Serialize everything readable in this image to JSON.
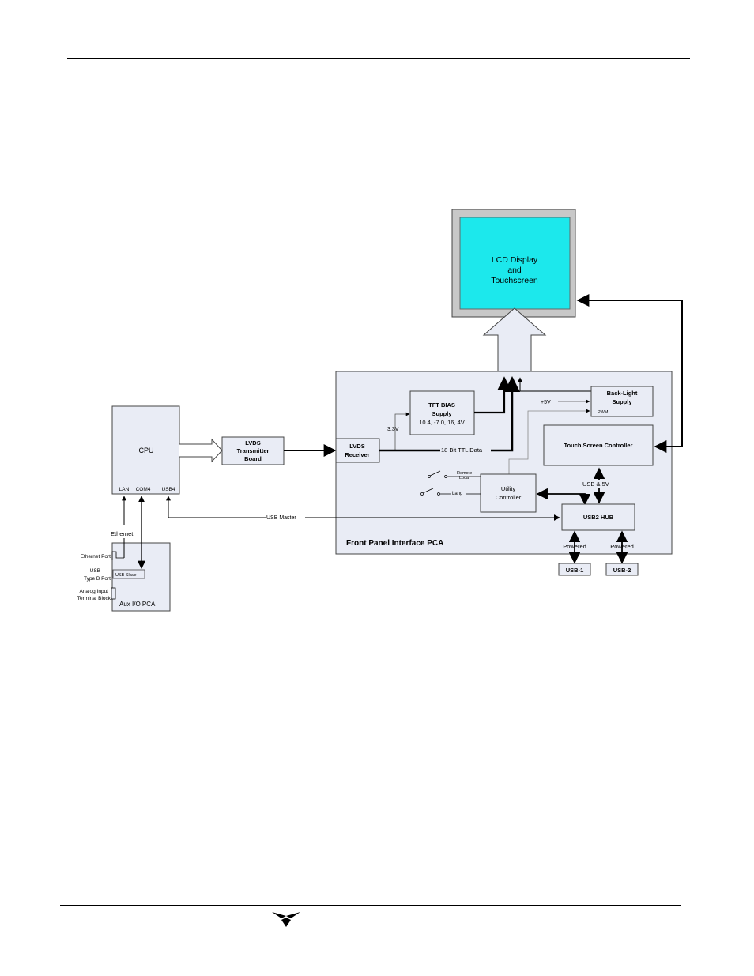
{
  "diagram": {
    "lcd": {
      "line1": "LCD Display",
      "line2": "and",
      "line3": "Touchscreen",
      "fill": "#1ce8ec",
      "frame": "#c8c8c8"
    },
    "cpu": {
      "title": "CPU",
      "port_lan": "LAN",
      "port_com4": "COM4",
      "port_usb4": "USB4"
    },
    "lvds_tx": {
      "line1": "LVDS",
      "line2": "Transmitter",
      "line3": "Board"
    },
    "front_panel": {
      "label": "Front Panel Interface PCA",
      "fill": "#e9ecf5"
    },
    "lvds_rx": {
      "line1": "LVDS",
      "line2": "Receiver"
    },
    "tft_bias": {
      "line1": "TFT BIAS",
      "line2": "Supply",
      "line3": "10.4, -7.0, 16, 4V"
    },
    "backlight": {
      "line1": "Back-Light",
      "line2": "Supply",
      "pwm": "PWM"
    },
    "touch_controller": {
      "label": "Touch Screen Controller"
    },
    "utility": {
      "line1": "Utility",
      "line2": "Controller"
    },
    "usb2_hub": {
      "label": "USB2 HUB"
    },
    "usb1": {
      "label": "USB-1",
      "powered": "Powered"
    },
    "usb2": {
      "label": "USB-2",
      "powered": "Powered"
    },
    "signals": {
      "v33": "3.3V",
      "ttl": "18 Bit TTL Data",
      "v5": "+5V",
      "usb5v": "USB & 5V",
      "usb_master": "USB Master",
      "ethernet": "Ethernet",
      "remote": "Remote",
      "local": "Local",
      "lang": "Lang"
    },
    "aux": {
      "label": "Aux I/O PCA",
      "ethernet_port": "Ethernet Port",
      "usb_b_line1": "USB",
      "usb_b_line2": "Type B Port",
      "usb_slave": "USB Slave",
      "analog_line1": "Analog Input",
      "analog_line2": "Terminal Block"
    }
  }
}
